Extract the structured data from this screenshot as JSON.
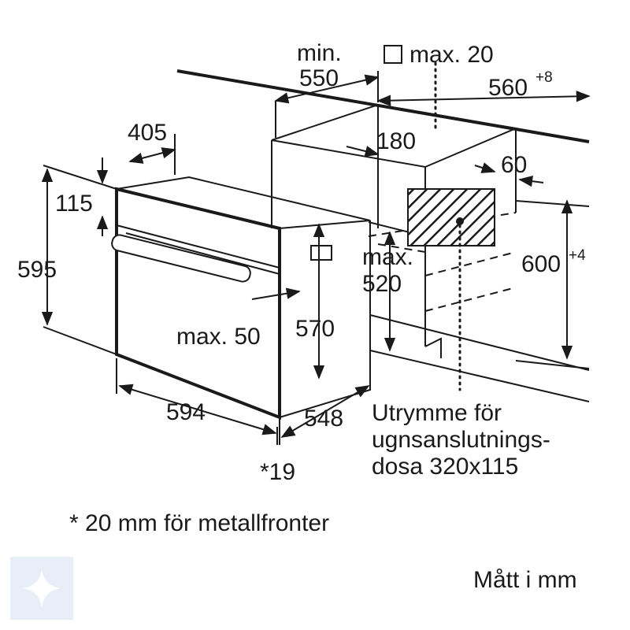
{
  "dimensions": {
    "min_label": "min.",
    "min_value": "550",
    "max20": "max. 20",
    "w560": "560",
    "w560_sup": "+8",
    "d405": "405",
    "d180": "180",
    "d60": "60",
    "d115": "115",
    "h595": "595",
    "max520_label": "max.",
    "max520_value": "520",
    "h600": "600",
    "h600_sup": "+4",
    "max50": "max. 50",
    "h570": "570",
    "w594": "594",
    "d548": "548",
    "d19": "*19"
  },
  "socket_label": [
    "Utrymme för",
    "ugnsanslutnings-",
    "dosa 320x115"
  ],
  "footnote": "* 20 mm för metallfronter",
  "units": "Mått i mm",
  "colors": {
    "line": "#1a1a1a",
    "background": "#ffffff",
    "logo_bg": "#e8eef8"
  }
}
